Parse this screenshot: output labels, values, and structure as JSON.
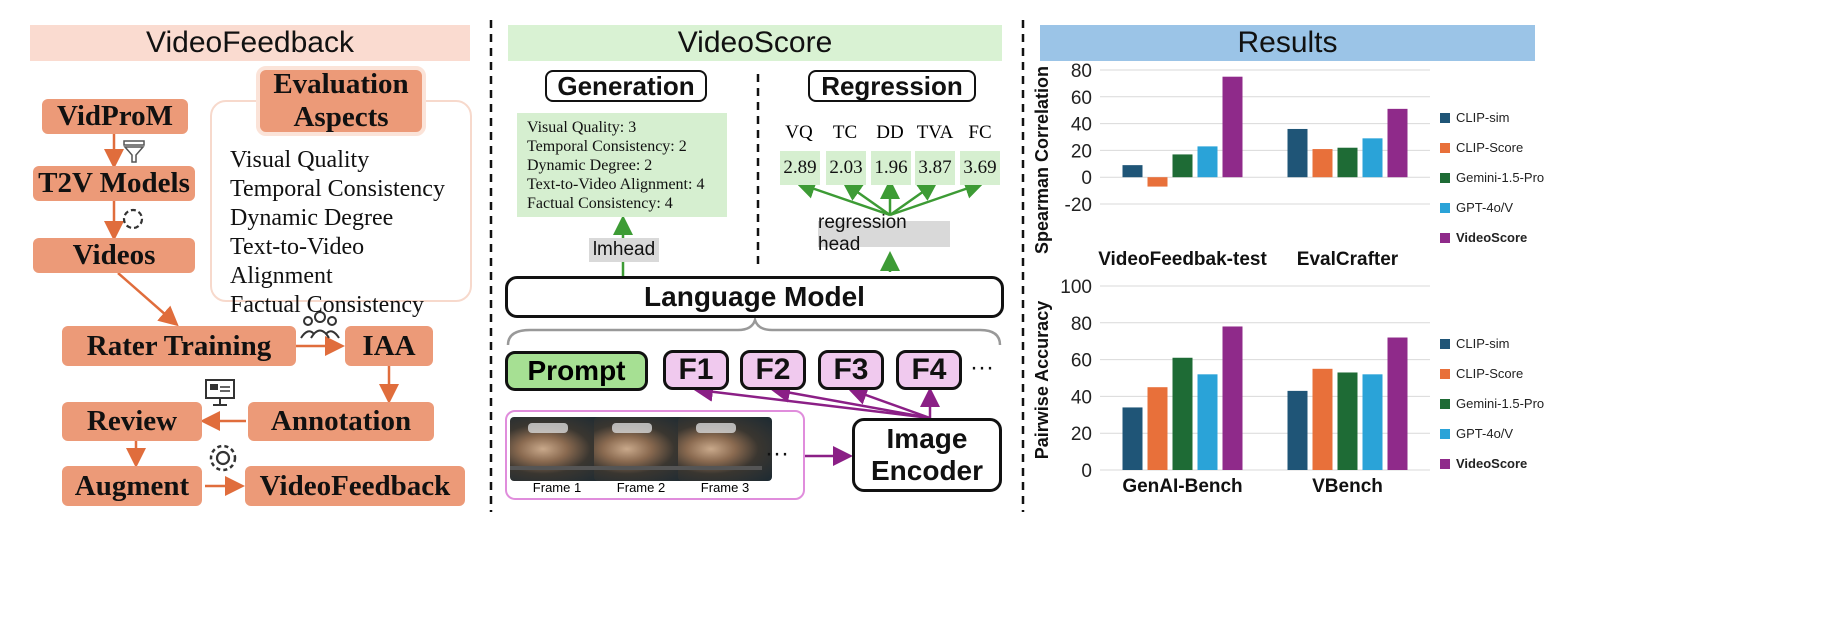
{
  "videofeedback": {
    "title": "VideoFeedback",
    "pipeline": {
      "vidprom": "VidProM",
      "t2v": "T2V Models",
      "videos": "Videos",
      "rater_training": "Rater Training",
      "iaa": "IAA",
      "review": "Review",
      "annotation": "Annotation",
      "augment": "Augment",
      "videofeedback": "VideoFeedback"
    },
    "aspects_title_1": "Evaluation",
    "aspects_title_2": "Aspects",
    "aspects": [
      "Visual Quality",
      "Temporal Consistency",
      "Dynamic Degree",
      "Text-to-Video Alignment",
      "Factual Consistency"
    ]
  },
  "videoscore": {
    "title": "VideoScore",
    "generation_label": "Generation",
    "regression_label": "Regression",
    "generation_lines": [
      "Visual Quality: 3",
      "Temporal Consistency: 2",
      "Dynamic Degree: 2",
      "Text-to-Video Alignment: 4",
      "Factual Consistency: 4"
    ],
    "lmhead": "lmhead",
    "regression_head": "regression head",
    "reg_columns": [
      "VQ",
      "TC",
      "DD",
      "TVA",
      "FC"
    ],
    "reg_values": [
      "2.89",
      "2.03",
      "1.96",
      "3.87",
      "3.69"
    ],
    "language_model": "Language Model",
    "prompt": "Prompt",
    "features": [
      "F1",
      "F2",
      "F3",
      "F4"
    ],
    "features_ellipsis": "···",
    "image_encoder_1": "Image",
    "image_encoder_2": "Encoder",
    "frames": [
      "Frame 1",
      "Frame 2",
      "Frame 3"
    ],
    "frames_ellipsis": "···"
  },
  "results": {
    "title": "Results",
    "colors": {
      "CLIP-sim": "#1f5577",
      "CLIP-Score": "#e8703a",
      "Gemini-1.5-Pro": "#1e6b35",
      "GPT-4o/V": "#2aa3d8",
      "VideoScore": "#8f2a8a"
    }
  },
  "chart_data": [
    {
      "type": "bar",
      "ylabel": "Spearman Correlation",
      "ylim": [
        -20,
        80
      ],
      "yticks": [
        80,
        60,
        40,
        20,
        0,
        -20
      ],
      "categories": [
        "VideoFeedbak-test",
        "EvalCrafter"
      ],
      "series": [
        {
          "name": "CLIP-sim",
          "values": [
            9,
            36
          ]
        },
        {
          "name": "CLIP-Score",
          "values": [
            -7,
            21
          ]
        },
        {
          "name": "Gemini-1.5-Pro",
          "values": [
            17,
            22
          ]
        },
        {
          "name": "GPT-4o/V",
          "values": [
            23,
            29
          ]
        },
        {
          "name": "VideoScore",
          "values": [
            75,
            51
          ]
        }
      ],
      "legend": "right"
    },
    {
      "type": "bar",
      "ylabel": "Pairwise Accuracy",
      "ylim": [
        0,
        100
      ],
      "yticks": [
        100,
        80,
        60,
        40,
        20,
        0
      ],
      "categories": [
        "GenAI-Bench",
        "VBench"
      ],
      "series": [
        {
          "name": "CLIP-sim",
          "values": [
            34,
            43
          ]
        },
        {
          "name": "CLIP-Score",
          "values": [
            45,
            55
          ]
        },
        {
          "name": "Gemini-1.5-Pro",
          "values": [
            61,
            53
          ]
        },
        {
          "name": "GPT-4o/V",
          "values": [
            52,
            52
          ]
        },
        {
          "name": "VideoScore",
          "values": [
            78,
            72
          ]
        }
      ],
      "legend": "right"
    }
  ]
}
